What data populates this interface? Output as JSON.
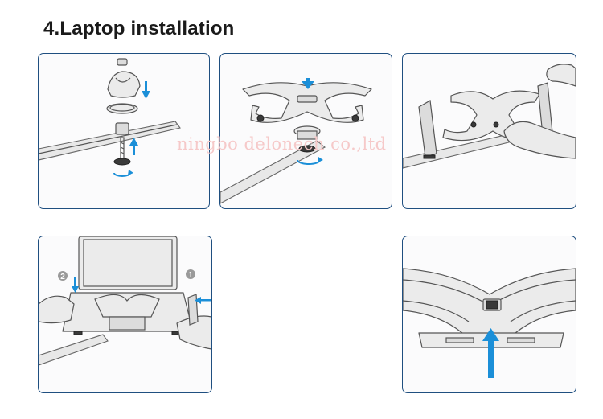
{
  "title": "4.Laptop installation",
  "watermark": "ningbo delonech co.,ltd",
  "steps": [
    {
      "icon": "screw-assembly-icon"
    },
    {
      "icon": "bracket-mount-icon"
    },
    {
      "icon": "arm-adjust-icon"
    },
    {
      "icon": "laptop-place-icon",
      "markers": [
        "2",
        "1"
      ]
    },
    {
      "icon": "clip-lock-icon"
    }
  ],
  "colors": {
    "border": "#1f4f80",
    "arrow": "#1b8fd8",
    "watermark": "#f6c9c9"
  }
}
